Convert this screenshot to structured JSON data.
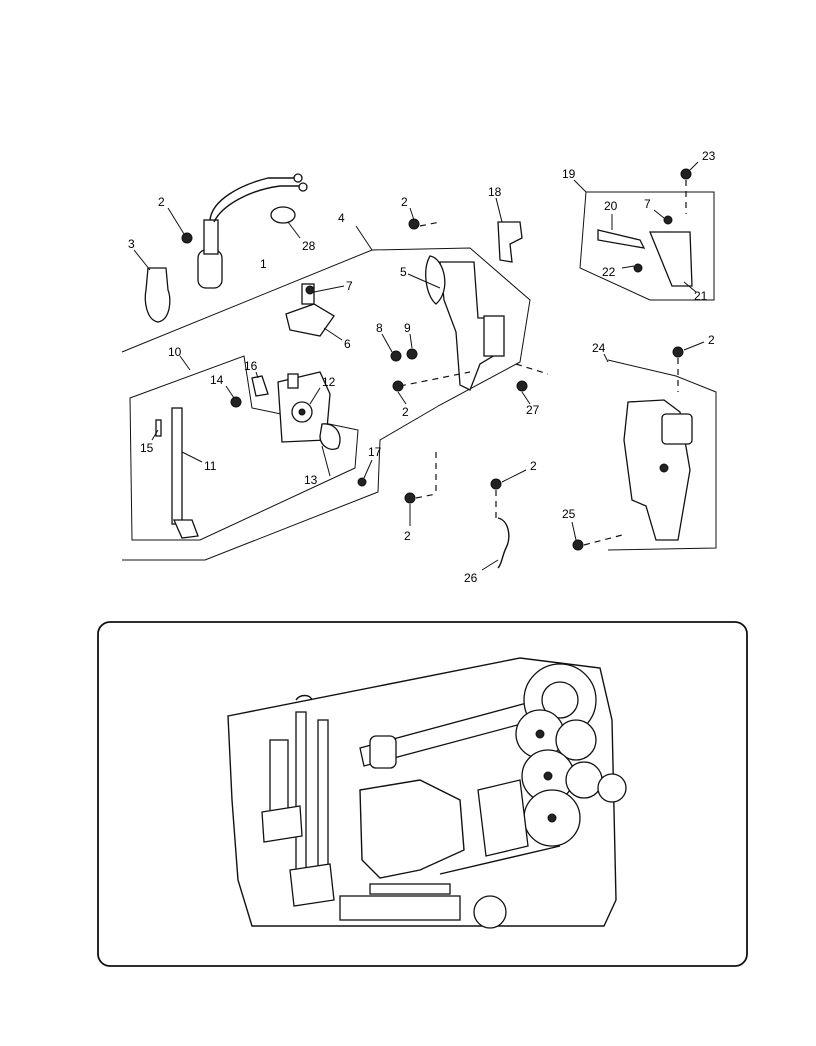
{
  "callouts": [
    "1",
    "2",
    "3",
    "4",
    "5",
    "6",
    "7",
    "8",
    "9",
    "10",
    "11",
    "12",
    "13",
    "14",
    "15",
    "16",
    "17",
    "18",
    "19",
    "20",
    "21",
    "22",
    "23",
    "24",
    "25",
    "26",
    "27",
    "28"
  ],
  "colors": {
    "line": "#111111",
    "background": "#ffffff"
  }
}
